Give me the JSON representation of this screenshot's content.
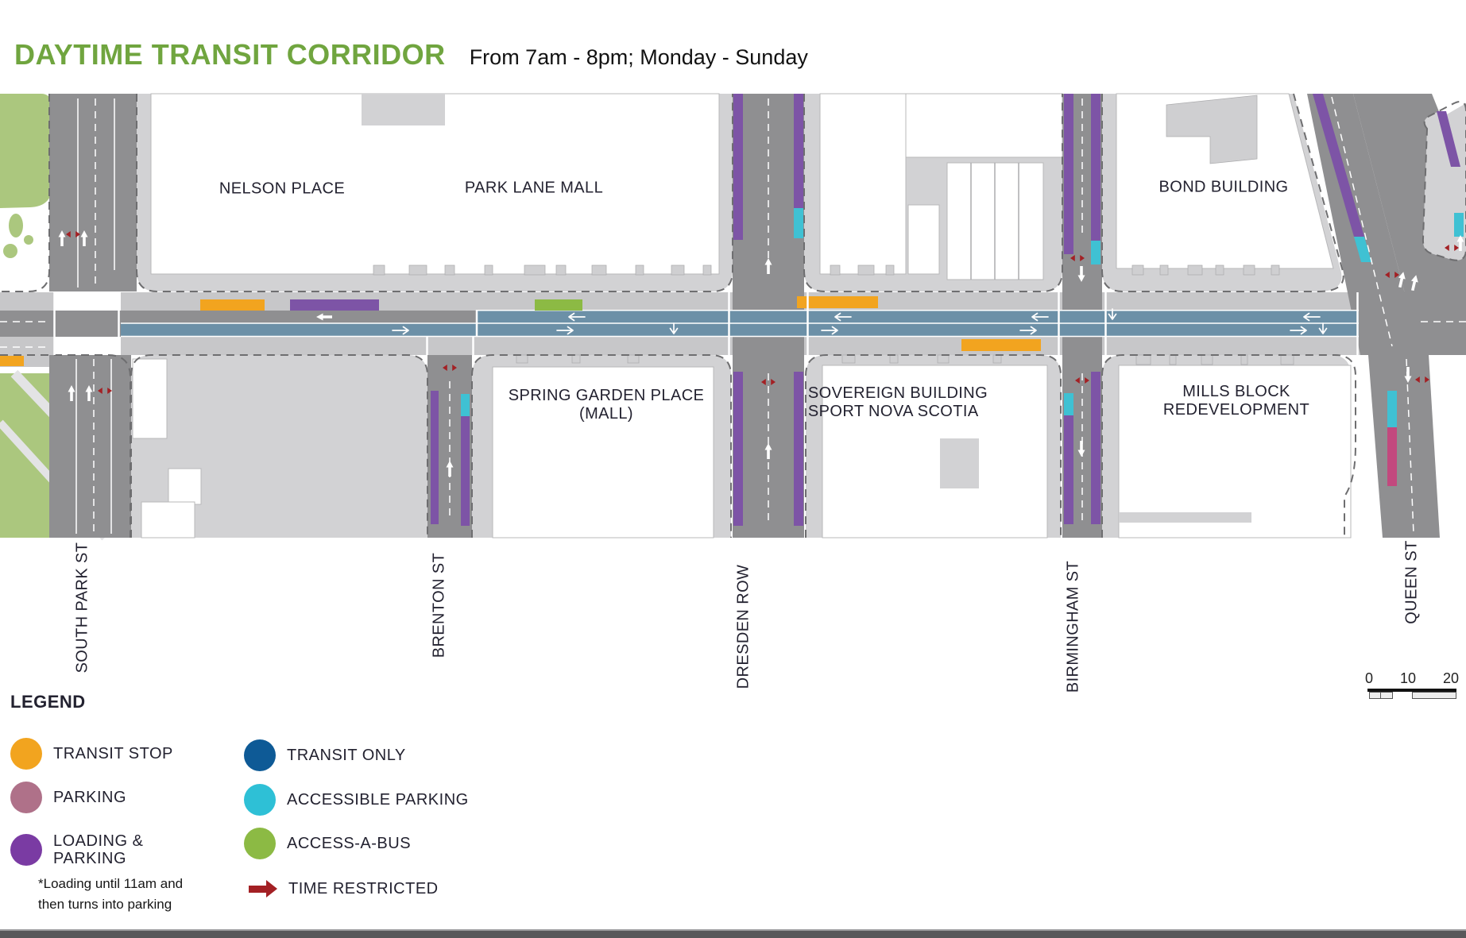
{
  "header": {
    "title": "DAYTIME TRANSIT CORRIDOR",
    "subtitle": "From 7am - 8pm; Monday - Sunday"
  },
  "map": {
    "buildings": {
      "nelson_place": "NELSON PLACE",
      "park_lane_mall": "PARK LANE MALL",
      "bond_building": "BOND BUILDING",
      "spring_garden_place_line1": "SPRING GARDEN PLACE",
      "spring_garden_place_line2": "(MALL)",
      "sovereign_line1": "SOVEREIGN BUILDING",
      "sovereign_line2": "SPORT NOVA SCOTIA",
      "mills_line1": "MILLS BLOCK",
      "mills_line2": "REDEVELOPMENT"
    },
    "streets": {
      "south_park": "SOUTH PARK ST",
      "brenton": "BRENTON ST",
      "dresden": "DRESDEN ROW",
      "birmingham": "BIRMINGHAM ST",
      "queen": "QUEEN ST"
    }
  },
  "legend": {
    "heading": "LEGEND",
    "items": {
      "transit_stop": "TRANSIT STOP",
      "parking": "PARKING",
      "loading_line1": "LOADING  &",
      "loading_line2": "PARKING",
      "transit_only": "TRANSIT ONLY",
      "accessible_parking": "ACCESSIBLE PARKING",
      "access_a_bus": "ACCESS-A-BUS",
      "time_restricted": "TIME RESTRICTED"
    },
    "footnote_line1": "*Loading until 11am and",
    "footnote_line2": "then turns into parking"
  },
  "scale_bar": {
    "t0": "0",
    "t10": "10",
    "t20": "20"
  },
  "colors": {
    "transit_stop": "#F2A41F",
    "parking": "#AF7189",
    "loading_parking": "#7A3BA3",
    "transit_only": "#0E5A96",
    "accessible_parking": "#2EC0D6",
    "access_a_bus": "#8CBA44",
    "time_restricted": "#A32024",
    "title_green": "#70A53F",
    "transit_lane": "#6C90A7",
    "road": "#8F8F91",
    "sidewalk": "#D2D2D4",
    "parking_strip": "#C7C7C9",
    "park_green": "#ABC77E",
    "map_purple": "#7D54A6",
    "map_cyan": "#3FC1D3",
    "map_pink": "#C2497E"
  }
}
